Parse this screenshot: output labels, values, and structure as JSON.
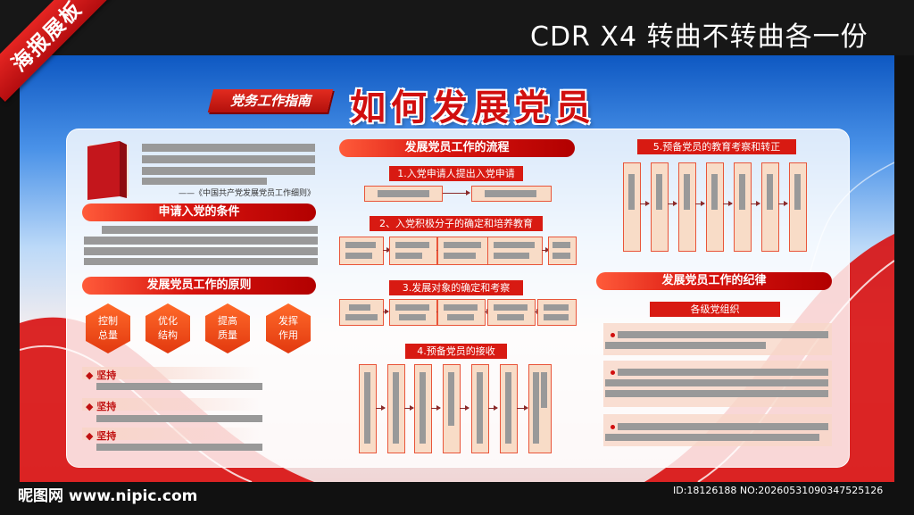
{
  "header": {
    "format_note": "CDR X4 转曲不转曲各一份",
    "ribbon": "海报展板"
  },
  "poster": {
    "tag": "党务工作指南",
    "title": "如何发展党员",
    "left": {
      "quote": "——《中国共产党发展党员工作细则》",
      "section1": "申请入党的条件",
      "section2": "发展党员工作的原则",
      "principles": [
        "控制总量",
        "优化结构",
        "提高质量",
        "发挥作用"
      ],
      "adhere": [
        "坚持",
        "坚持",
        "坚持"
      ]
    },
    "middle": {
      "title": "发展党员工作的流程",
      "steps": [
        "1.入党申请人提出入党申请",
        "2、入党积极分子的确定和培养教育",
        "3.发展对象的确定和考察",
        "4.预备党员的接收"
      ]
    },
    "right": {
      "step5": "5.预备党员的教育考察和转正",
      "discipline": "发展党员工作的纪律",
      "org": "各级党组织"
    }
  },
  "footer": {
    "site": "昵图网 www.nipic.com",
    "id": "ID:18126188 NO:20260531090347525126"
  },
  "colors": {
    "accent_red": "#d10f0f",
    "box_fill": "#f8dcc7",
    "sky_blue": "#0e58c2"
  }
}
